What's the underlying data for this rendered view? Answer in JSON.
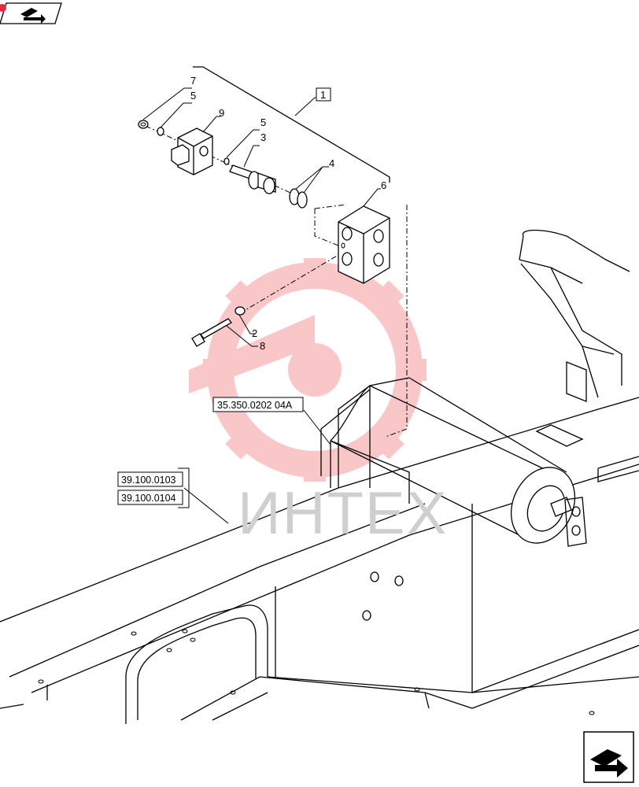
{
  "diagram": {
    "callouts": [
      {
        "id": "c1",
        "text": "1",
        "boxed": true
      },
      {
        "id": "c2",
        "text": "2"
      },
      {
        "id": "c3",
        "text": "3"
      },
      {
        "id": "c4",
        "text": "4"
      },
      {
        "id": "c5a",
        "text": "5"
      },
      {
        "id": "c5b",
        "text": "5"
      },
      {
        "id": "c6",
        "text": "6"
      },
      {
        "id": "c7",
        "text": "7"
      },
      {
        "id": "c8",
        "text": "8"
      },
      {
        "id": "c9",
        "text": "9"
      }
    ],
    "references": [
      {
        "id": "r1",
        "text": "35.350.0202 04A"
      },
      {
        "id": "r2",
        "text": "39.100.0103"
      },
      {
        "id": "r3",
        "text": "39.100.0104"
      }
    ],
    "watermark": "ИНТЕХ",
    "watermark_color": "#f04a50",
    "icons": {
      "top_left": "book-arrow-icon",
      "bottom_right": "next-page-arrow-icon"
    }
  }
}
